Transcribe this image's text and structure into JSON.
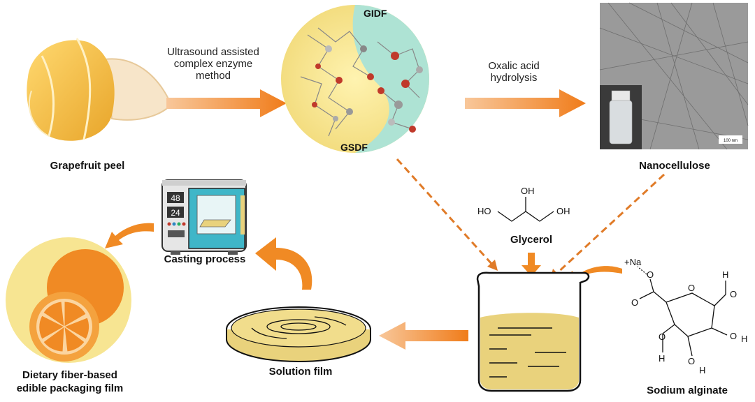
{
  "labels": {
    "grapefruit_peel": "Grapefruit peel",
    "nanocellulose": "Nanocellulose",
    "glycerol": "Glycerol",
    "casting_process": "Casting process",
    "solution_film": "Solution film",
    "sodium_alginate": "Sodium alginate",
    "final_film_line1": "Dietary fiber-based",
    "final_film_line2": "edible packaging film"
  },
  "steps": {
    "enzyme_line1": "Ultrasound assisted",
    "enzyme_line2": "complex enzyme",
    "enzyme_line3": "method",
    "oxalic_line1": "Oxalic acid",
    "oxalic_line2": "hydrolysis"
  },
  "circle_labels": {
    "top": "GIDF",
    "bottom": "GSDF"
  },
  "oven_display": {
    "top": "48",
    "bottom": "24"
  },
  "tem_scale": "100 nm",
  "chem": {
    "ho_left": "HO",
    "oh_top": "OH",
    "oh_right": "OH",
    "na": "+Na",
    "o": "O",
    "h": "H"
  },
  "colors": {
    "arrow_orange": "#f08a24",
    "dashed_orange": "#e07b28",
    "cream": "#f6eec0",
    "mint": "#aee3d4",
    "solution_yellow": "#e9d27c",
    "oven_teal": "#3fb6c8"
  }
}
